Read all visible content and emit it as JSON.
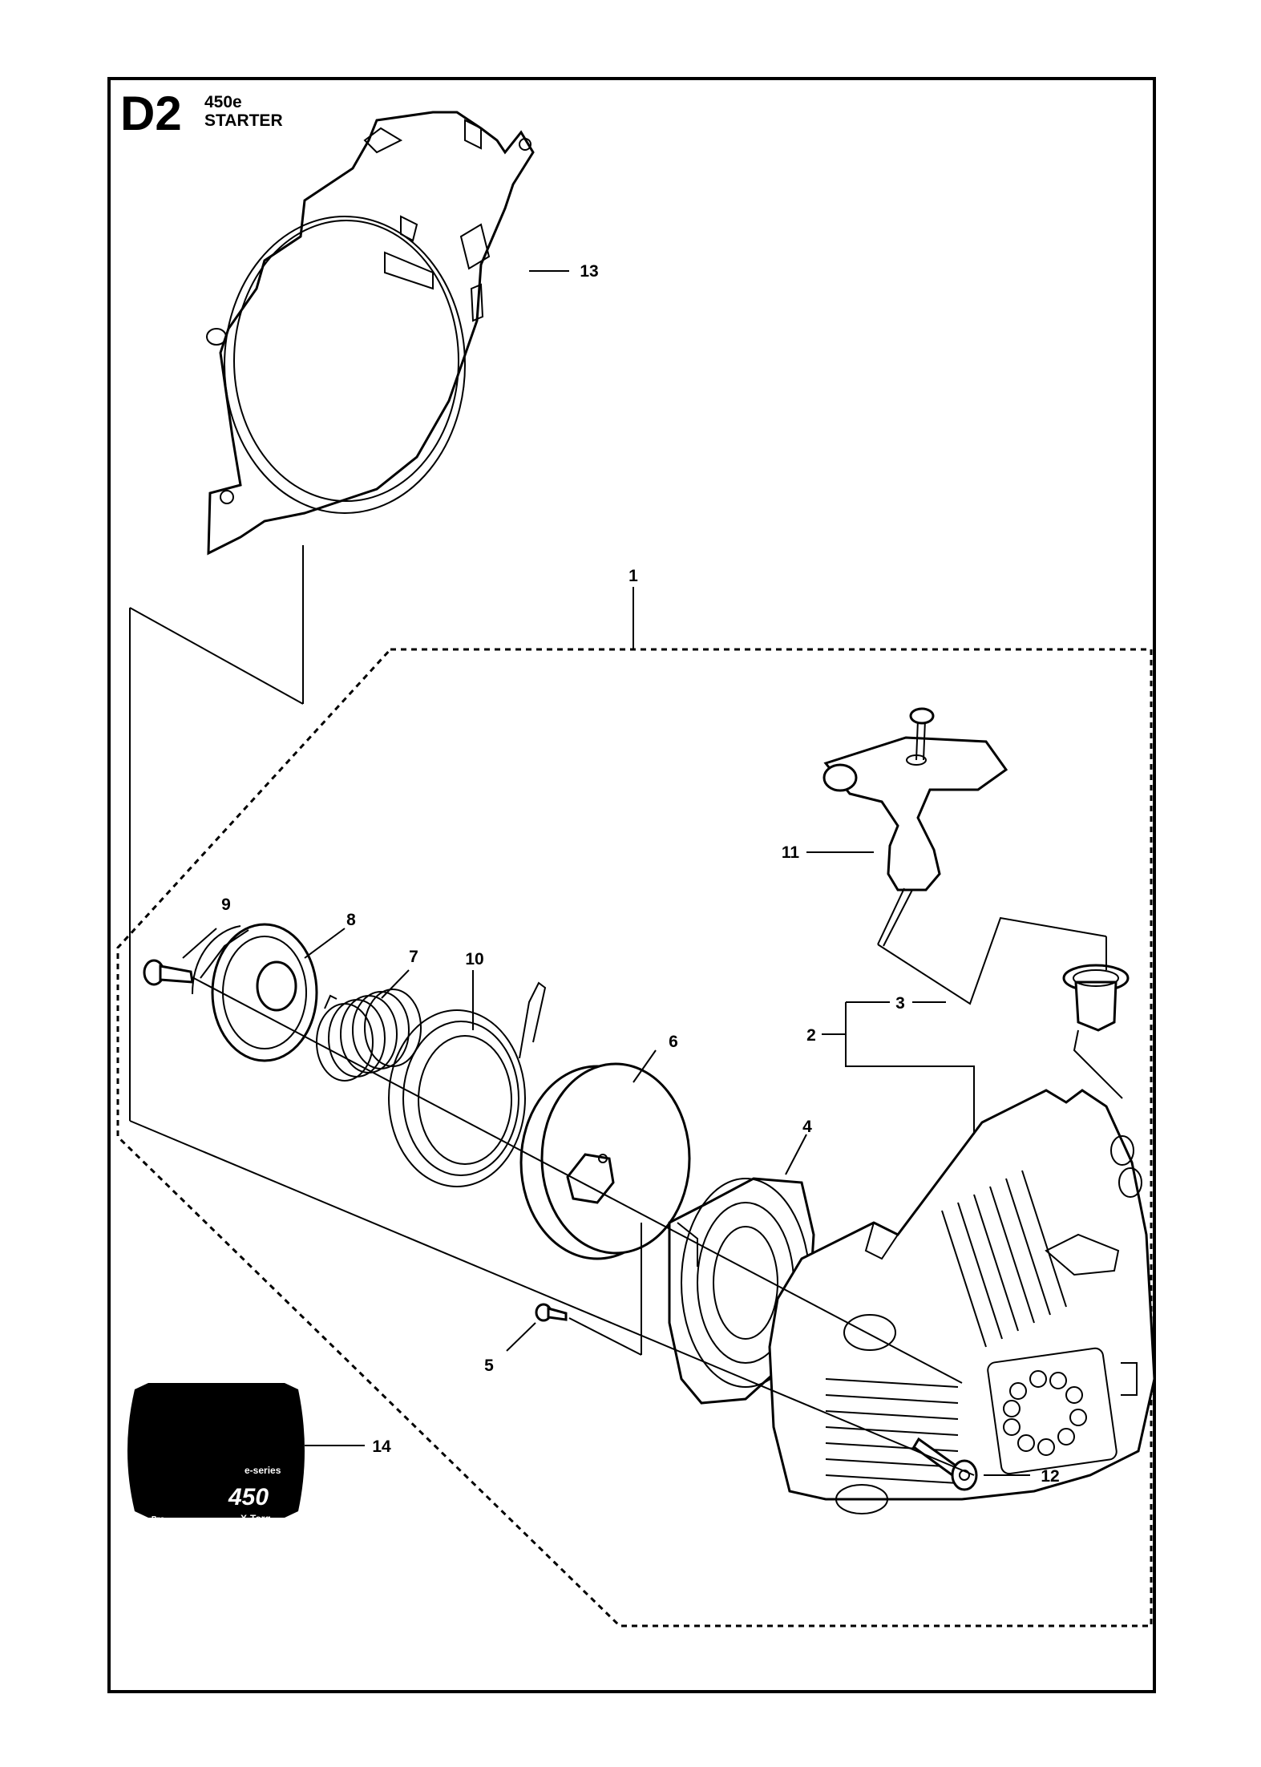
{
  "sheet": {
    "code": "D2",
    "model": "450e",
    "title": "STARTER"
  },
  "callouts": [
    "1",
    "2",
    "3",
    "4",
    "5",
    "6",
    "7",
    "8",
    "9",
    "10",
    "11",
    "12",
    "13",
    "14"
  ],
  "decal": {
    "small_top": "e-series",
    "big": "450",
    "left_small": "e-Pro",
    "right_small": "X-Torq"
  }
}
